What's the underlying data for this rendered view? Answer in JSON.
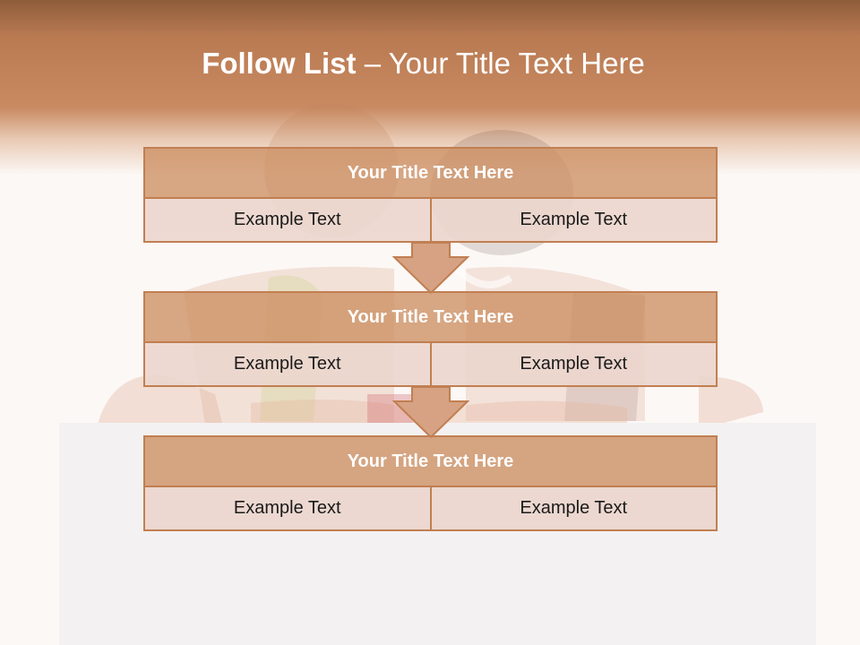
{
  "slide": {
    "title_bold": "Follow List",
    "title_rest": "– Your Title Text Here"
  },
  "blocks": [
    {
      "title": "Your Title Text Here",
      "cells": [
        "Example Text",
        "Example Text"
      ]
    },
    {
      "title": "Your Title Text Here",
      "cells": [
        "Example Text",
        "Example Text"
      ]
    },
    {
      "title": "Your Title Text Here",
      "cells": [
        "Example Text",
        "Example Text"
      ]
    }
  ],
  "colors": {
    "header": "#c98a62",
    "block_title_fill": "#d4a282",
    "block_border": "#c17f52",
    "block_cell_fill": "#eddad2"
  },
  "icons": [
    "down-arrow-icon",
    "down-arrow-icon"
  ]
}
